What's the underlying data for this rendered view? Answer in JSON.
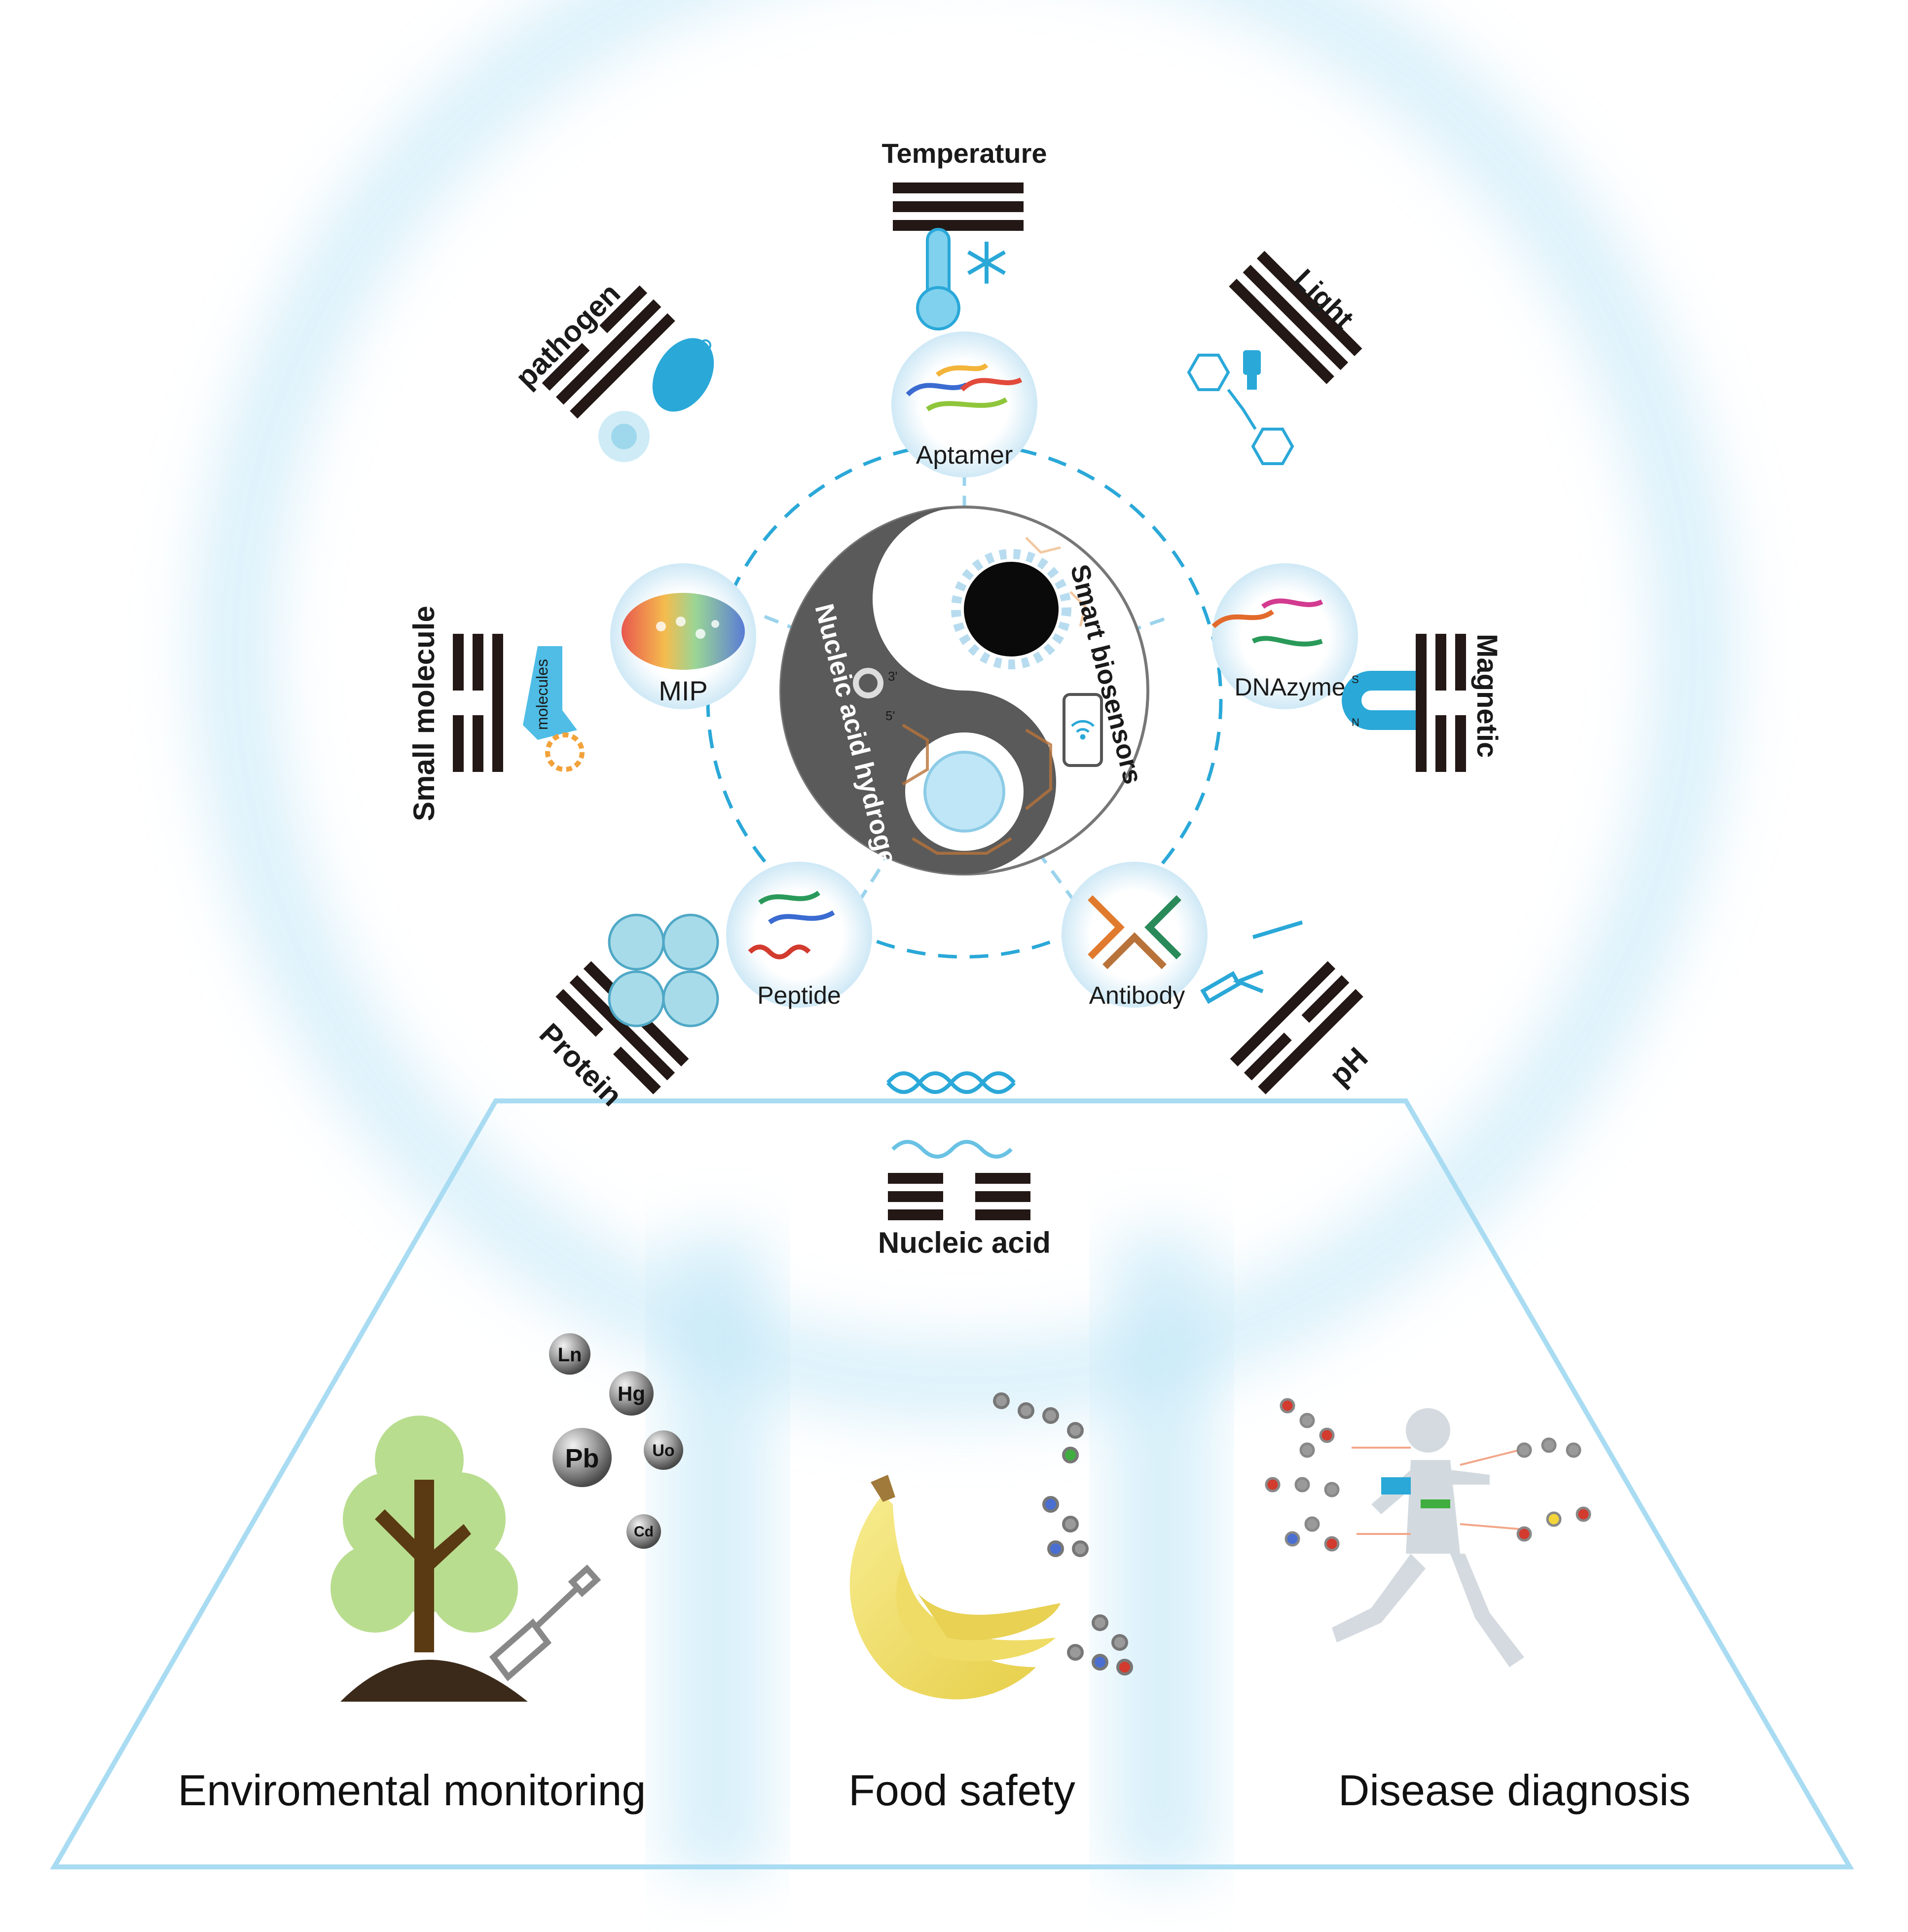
{
  "colors": {
    "accent": "#2aa8d8",
    "glow": "#bfe6f7",
    "trigram": "#231815",
    "yin_dark": "#5a5a5a",
    "leaf_green": "#b9dd8f",
    "banana_yellow": "#f2e27a"
  },
  "center": {
    "label_left": "Nucleic acid hydrogel",
    "label_right": "Smart biosensors",
    "strand_label_3": "3'",
    "strand_label_5": "5'"
  },
  "recognition_units": {
    "aptamer": "Aptamer",
    "dnazyme": "DNAzyme",
    "antibody": "Antibody",
    "peptide": "Peptide",
    "mip": "MIP"
  },
  "stimuli": {
    "temperature": "Temperature",
    "light": "Light",
    "magnetic": "Magnetic",
    "ph": "pH",
    "nucleic_acid": "Nucleic acid",
    "protein": "Protein",
    "small_molecule": "Small molecule",
    "pathogen": "pathogen"
  },
  "icon_labels": {
    "molecules": "molecules",
    "magnet_s": "S",
    "magnet_n": "N"
  },
  "ions": [
    "Ln",
    "Hg",
    "Pb",
    "Uo",
    "Cd"
  ],
  "applications": {
    "environmental": "Enviromental monitoring",
    "food": "Food safety",
    "disease": "Disease diagnosis"
  },
  "icons": [
    "thermometer-icon",
    "snowflake-icon",
    "flashlight-icon",
    "azobenzene-icon",
    "magnet-icon",
    "dna-helix-icon",
    "virus-icon",
    "bacteria-icon",
    "tree-icon",
    "shovel-icon",
    "banana-icon",
    "runner-icon",
    "phone-icon",
    "wifi-icon"
  ]
}
